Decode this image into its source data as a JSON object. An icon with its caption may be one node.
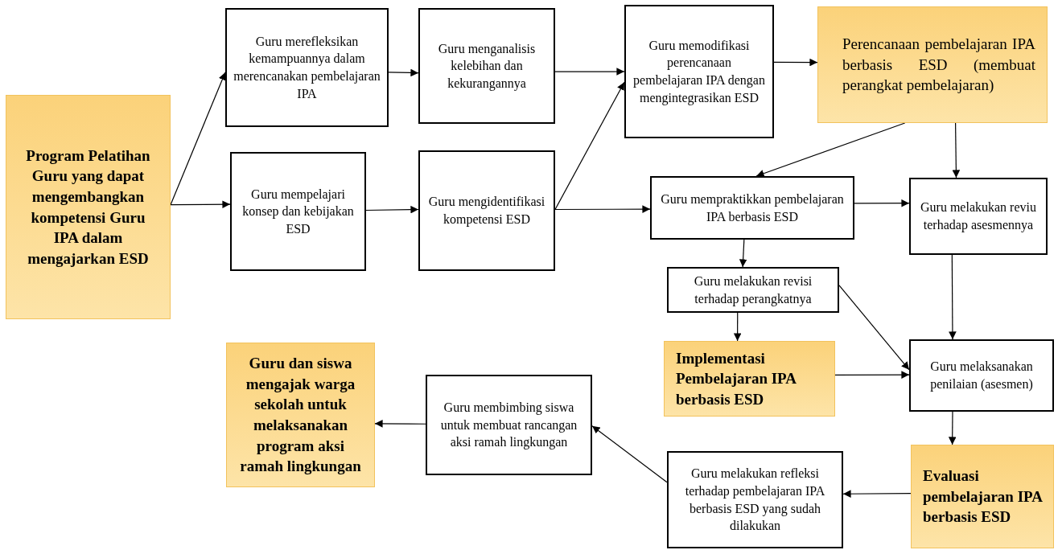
{
  "diagram": {
    "nodes": [
      {
        "text": [
          "Program Pelatihan Guru yang dapat mengembangkan kompetensi Guru IPA dalam mengajarkan ESD"
        ]
      },
      {
        "text": [
          "Guru merefleksikan kemampuannya dalam merencanakan pembelajaran IPA"
        ]
      },
      {
        "text": [
          "Guru menganalisis kelebihan dan kekurangannya"
        ]
      },
      {
        "text": [
          "Guru memodifikasi perencanaan pembelajaran IPA dengan mengintegrasikan ESD"
        ]
      },
      {
        "text": [
          "Perencanaan pembelajaran IPA berbasis ESD (membuat perangkat pembelajaran)"
        ]
      },
      {
        "text": [
          "Guru mempelajari konsep dan kebijakan ESD"
        ]
      },
      {
        "text": [
          "Guru mengidentifikasi kompetensi ESD"
        ]
      },
      {
        "text": [
          "Guru mempraktikkan pembelajaran IPA berbasis ESD"
        ]
      },
      {
        "text": [
          "Guru melakukan reviu terhadap asesmennya"
        ]
      },
      {
        "text": [
          "Guru melakukan revisi terhadap perangkatnya"
        ]
      },
      {
        "text": [
          "Implementasi Pembelajaran IPA berbasis ESD"
        ]
      },
      {
        "text": [
          "Guru melaksanakan penilaian (asesmen)"
        ]
      },
      {
        "text": [
          "Guru dan siswa mengajak warga sekolah untuk melaksanakan program aksi ramah lingkungan"
        ]
      },
      {
        "text": [
          "Guru membimbing siswa untuk membuat rancangan aksi ramah lingkungan"
        ]
      },
      {
        "text": [
          "Guru melakukan refleksi terhadap pembelajaran IPA berbasis ESD yang sudah dilakukan"
        ]
      },
      {
        "text": [
          "Evaluasi pembelajaran IPA berbasis ESD"
        ]
      }
    ],
    "edges": [
      {
        "from": 0,
        "to": 1,
        "arrow": "to"
      },
      {
        "from": 0,
        "to": 5,
        "arrow": "to"
      },
      {
        "from": 1,
        "to": 2,
        "arrow": "to"
      },
      {
        "from": 2,
        "to": 3,
        "arrow": "to"
      },
      {
        "from": 6,
        "to": 3,
        "arrow": "to"
      },
      {
        "from": 5,
        "to": 6,
        "arrow": "to"
      },
      {
        "from": 3,
        "to": 4,
        "arrow": "to"
      },
      {
        "from": 6,
        "to": 7,
        "arrow": "to"
      },
      {
        "from": 4,
        "to": 7,
        "arrow": "to"
      },
      {
        "from": 4,
        "to": 8,
        "arrow": "to"
      },
      {
        "from": 7,
        "to": 8,
        "arrow": "to"
      },
      {
        "from": 7,
        "to": 9,
        "arrow": "to"
      },
      {
        "from": 8,
        "to": 11,
        "arrow": "to"
      },
      {
        "from": 9,
        "to": 11,
        "arrow": "to"
      },
      {
        "from": 9,
        "to": 10,
        "arrow": "to"
      },
      {
        "from": 10,
        "to": 11,
        "arrow": "to"
      },
      {
        "from": 11,
        "to": 15,
        "arrow": "to"
      },
      {
        "from": 15,
        "to": 14,
        "arrow": "to"
      },
      {
        "from": 14,
        "to": 13,
        "arrow": "to"
      },
      {
        "from": 13,
        "to": 12,
        "arrow": "to"
      }
    ]
  }
}
